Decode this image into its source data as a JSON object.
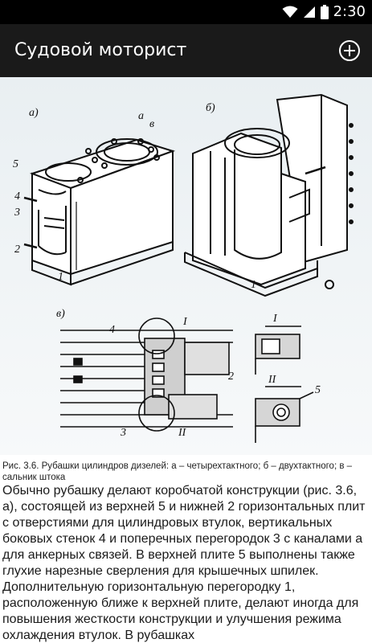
{
  "status_bar": {
    "time": "2:30",
    "icons": [
      "wifi-icon",
      "signal-icon",
      "battery-icon"
    ]
  },
  "app_bar": {
    "title": "Судовой моторист",
    "add_icon": "add-circle-icon"
  },
  "figure": {
    "label_a": "а)",
    "label_b": "б)",
    "label_v": "в)",
    "labels_a": [
      "а",
      "в",
      "5",
      "4",
      "3",
      "2",
      "1"
    ],
    "label_b_1": "1",
    "labels_v": [
      "4",
      "I",
      "2",
      "3",
      "II"
    ],
    "inset_I": "I",
    "inset_II": "II",
    "inset_5": "5"
  },
  "caption": "Рис. 3.6. Рубашки цилиндров дизелей:  а – четырехтактного; б – двухтактного; в – сальник штока",
  "body_text": "Обычно рубашку делают коробчатой конструкции (рис. 3.6, а), состоящей из верхней 5 и нижней 2 горизонтальных плит с отверстиями для цилиндровых втулок, вертикальных боковых стенок 4 и поперечных перегородок 3 с каналами а для анкерных связей. В верхней плите 5 выполнены также глухие нарезные сверления для крышечных шпилек. Дополнительную горизонтальную перегородку 1, расположенную ближе к верхней плите, делают иногда для повышения жесткости конструкции и улучшения режима охлаждения втулок. В рубашках",
  "colors": {
    "status_bar": "#000000",
    "app_bar": "#1a1a1a",
    "text": "#1a1a1a"
  }
}
